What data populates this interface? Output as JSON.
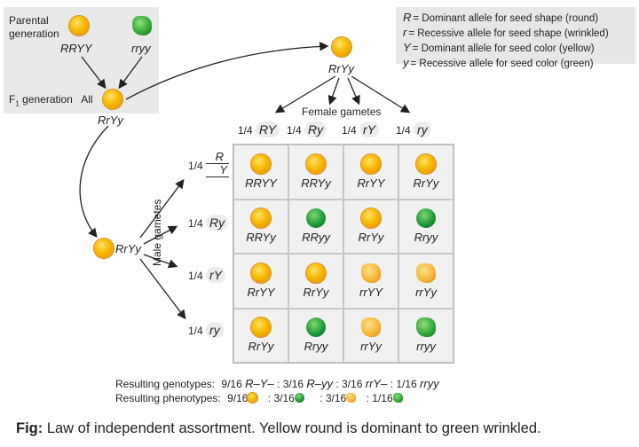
{
  "parental": {
    "label_line1": "Parental",
    "label_line2": "generation",
    "left_genotype": "RRYY",
    "right_genotype": "rryy",
    "f1_label": "F",
    "f1_sub": "1",
    "f1_rest": " generation",
    "f1_all": "All",
    "f1_genotype": "RrYy"
  },
  "legend": [
    {
      "symbol": "R",
      "text": "= Dominant allele for seed shape (round)"
    },
    {
      "symbol": "r",
      "text": "= Recessive allele for seed shape (wrinkled)"
    },
    {
      "symbol": "Y",
      "text": "= Dominant allele for seed color (yellow)"
    },
    {
      "symbol": "y",
      "text": "= Recessive allele for seed color (green)"
    }
  ],
  "female_parent": "RrYy",
  "male_parent": "RrYy",
  "female_gametes_label": "Female gametes",
  "male_gametes_label": "Male gametes",
  "female_gametes": [
    {
      "fraction": "1/4",
      "gamete": "RY"
    },
    {
      "fraction": "1/4",
      "gamete": "Ry"
    },
    {
      "fraction": "1/4",
      "gamete": "rY"
    },
    {
      "fraction": "1/4",
      "gamete": "ry"
    }
  ],
  "male_gametes": [
    {
      "fraction": "1/4",
      "gamete_top": "R",
      "gamete_bottom": "Y"
    },
    {
      "fraction": "1/4",
      "gamete": "Ry"
    },
    {
      "fraction": "1/4",
      "gamete": "rY"
    },
    {
      "fraction": "1/4",
      "gamete": "ry"
    }
  ],
  "punnett": [
    [
      {
        "g": "RRYY",
        "p": "yellow-round"
      },
      {
        "g": "RRYy",
        "p": "yellow-round"
      },
      {
        "g": "RrYY",
        "p": "yellow-round"
      },
      {
        "g": "RrYy",
        "p": "yellow-round"
      }
    ],
    [
      {
        "g": "RRYy",
        "p": "yellow-round"
      },
      {
        "g": "RRyy",
        "p": "green-round"
      },
      {
        "g": "RrYy",
        "p": "yellow-round"
      },
      {
        "g": "Rryy",
        "p": "green-round"
      }
    ],
    [
      {
        "g": "RrYY",
        "p": "yellow-round"
      },
      {
        "g": "RrYy",
        "p": "yellow-round"
      },
      {
        "g": "rrYY",
        "p": "yellow-wrinkled"
      },
      {
        "g": "rrYy",
        "p": "yellow-wrinkled"
      }
    ],
    [
      {
        "g": "RrYy",
        "p": "yellow-round"
      },
      {
        "g": "Rryy",
        "p": "green-round"
      },
      {
        "g": "rrYy",
        "p": "yellow-wrinkled"
      },
      {
        "g": "rryy",
        "p": "green-wrinkled"
      }
    ]
  ],
  "results": {
    "genotypes_label": "Resulting genotypes:",
    "genotypes": [
      {
        "fraction": "9/16",
        "genotype": "R–Y–"
      },
      {
        "fraction": "3/16",
        "genotype": "R–yy"
      },
      {
        "fraction": "3/16",
        "genotype": "rrY–"
      },
      {
        "fraction": "1/16",
        "genotype": "rryy"
      }
    ],
    "phenotypes_label": "Resulting phenotypes:",
    "phenotypes": [
      {
        "fraction": "9/16",
        "phenotype": "yellow-round"
      },
      {
        "fraction": "3/16",
        "phenotype": "green-round"
      },
      {
        "fraction": "3/16",
        "phenotype": "yellow-wrinkled"
      },
      {
        "fraction": "1/16",
        "phenotype": "green-wrinkled"
      }
    ],
    "separator": ":"
  },
  "caption": {
    "bold": "Fig:",
    "text": " Law of independent assortment. Yellow round is dominant to green wrinkled."
  }
}
